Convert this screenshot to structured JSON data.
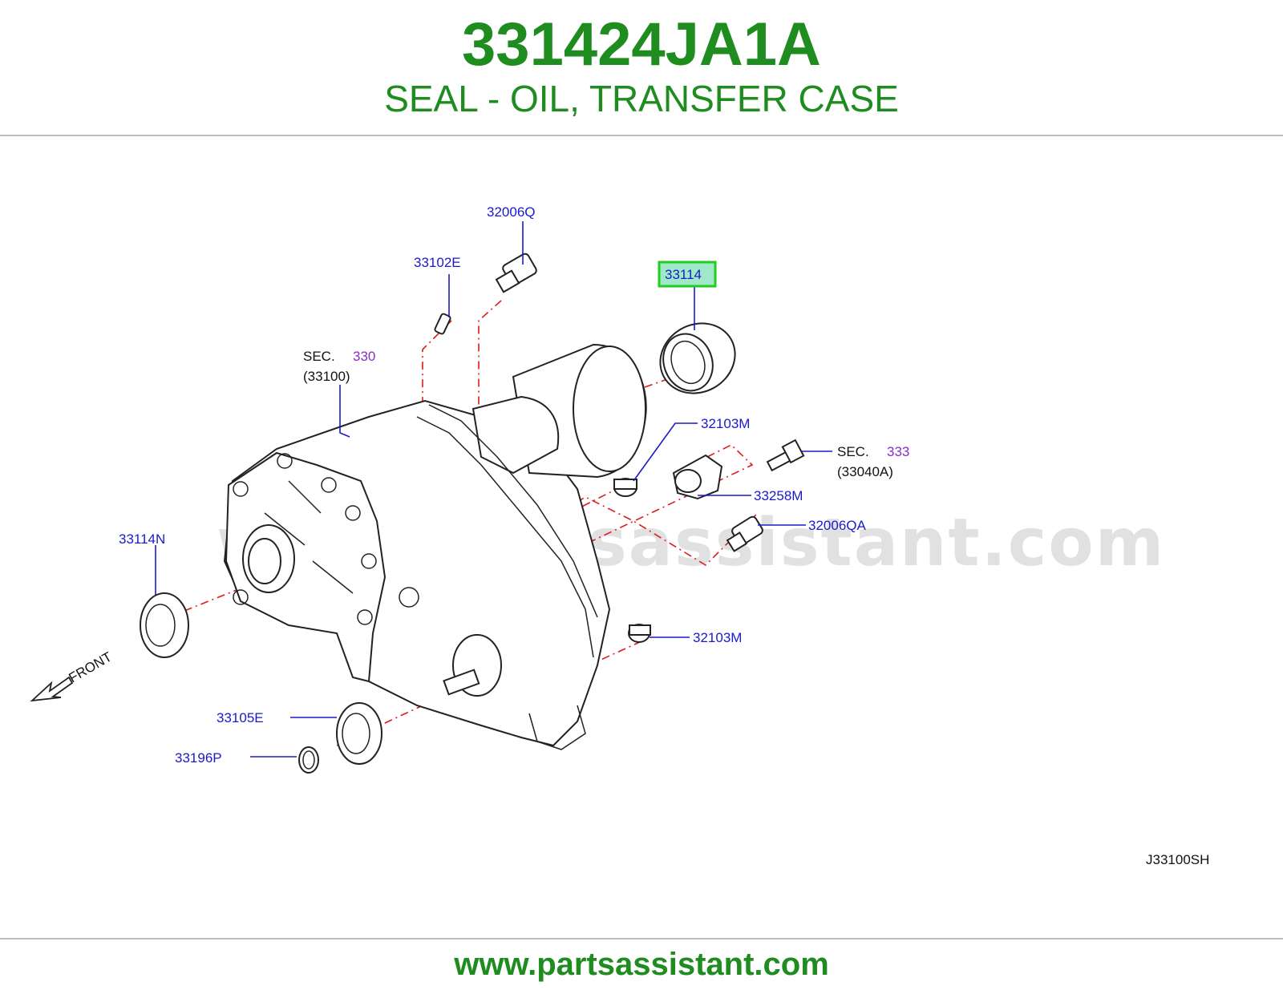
{
  "header": {
    "part_number": "331424JA1A",
    "description": "SEAL - OIL, TRANSFER CASE"
  },
  "diagram": {
    "code": "J33100SH",
    "front_label": "FRONT",
    "highlighted_part": "33114",
    "sec_330": {
      "prefix": "SEC.",
      "number": "330",
      "sub": "(33100)"
    },
    "sec_333": {
      "prefix": "SEC.",
      "number": "333",
      "sub": "(33040A)"
    },
    "labels": {
      "p32006Q": "32006Q",
      "p33102E": "33102E",
      "p33114": "33114",
      "p32103M_top": "32103M",
      "p33258M": "33258M",
      "p32006QA": "32006QA",
      "p33114N": "33114N",
      "p32103M_bottom": "32103M",
      "p33105E": "33105E",
      "p33196P": "33196P"
    },
    "watermark": "www.partsassistant.com"
  },
  "colors": {
    "brand_green": "#1e8c1e",
    "label_blue": "#1a1acc",
    "sec_purple": "#8a2cc8",
    "dash_red": "#e01b1b",
    "highlight_green": "#22cc22",
    "highlight_fill": "#9fe9c9"
  },
  "footer": {
    "url": "www.partsassistant.com"
  }
}
